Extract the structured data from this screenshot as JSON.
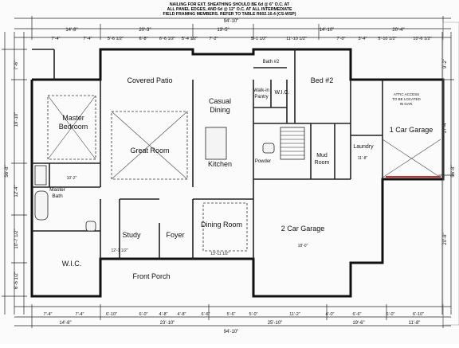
{
  "header_note": {
    "line1": "NAILING FOR EXT. SHEATHING SHOULD BE 6d @ 6\" O.C. AT",
    "line2": "ALL PANEL EDGES, AND 6d @ 12\" O.C. AT ALL INTERMEDIATE",
    "line3": "FIELD FRAMING MEMBERS. REFER TO TABLE R602.10.4 (CS-WSP)"
  },
  "rooms": {
    "covered_patio": "Covered Patio",
    "master_bedroom_1": "Master",
    "master_bedroom_2": "Bedroom",
    "great_room": "Great Room",
    "casual_dining_1": "Casual",
    "casual_dining_2": "Dining",
    "kitchen": "Kitchen",
    "bed2": "Bed #2",
    "bath2": "Bath #2",
    "wic": "W.I.C.",
    "walk_in_pantry_1": "Walk-in",
    "walk_in_pantry_2": "Pantry",
    "powder": "Powder",
    "mud_room_1": "Mud",
    "mud_room_2": "Room",
    "laundry": "Laundry",
    "one_car_garage": "1 Car Garage",
    "master_bath_1": "Master",
    "master_bath_2": "Bath",
    "study": "Study",
    "foyer": "Foyer",
    "dining_room": "Dining Room",
    "two_car_garage": "2 Car Garage",
    "wic_master": "W.I.C.",
    "front_porch": "Front Porch",
    "attic_note_1": "ATTIC ACCESS",
    "attic_note_2": "TO BE LOCATED",
    "attic_note_3": "IN GAR."
  },
  "dimensions": {
    "top_overall": "94'-10\"",
    "top_row": [
      "14'-8\"",
      "20'-3\"",
      "13'-5\"",
      "14'-10\"",
      "20'-4\""
    ],
    "top_row2": [
      "7'-4\"",
      "7'-4\"",
      "5'-6 1/2\"",
      "6'-8\"",
      "6'-6 1/2\"",
      "5'-4 1/2\"",
      "7'-2\"",
      "5'-1 1/2\"",
      "11'-10 1/2\"",
      "7'-0\"",
      "3'-4\"",
      "5'-10 1/2\"",
      "10'-6 1/2\""
    ],
    "bottom_overall": "94'-10\"",
    "bottom_row": [
      "14'-8\"",
      "23'-10\"",
      "25'-10\"",
      "19'-6\"",
      "11'-8\""
    ],
    "bottom_row2": [
      "7'-4\"",
      "7'-4\"",
      "6'-10\"",
      "6'-0\"",
      "4'-8\"",
      "4'-8\"",
      "6'-6\"",
      "5'-6\"",
      "5'-0\"",
      "11'-2\"",
      "4'-0\"",
      "6'-6\"",
      "6'-0\"",
      "6'-10\""
    ],
    "left_overall": "56'-8\"",
    "left_row": [
      "7'-6\"",
      "19'-10\"",
      "12'-4\"",
      "10'-7 1/2\"",
      "6'-5 1/2\""
    ],
    "right_overall": "56'-8\"",
    "right_row": [
      "9'-2\"",
      "17'-4\"",
      "20'-8\""
    ],
    "interior": [
      "12'-1 1/2\"",
      "13'-11 1/2\"",
      "10'-2\"",
      "11'-8\"",
      "18'-0\""
    ]
  }
}
